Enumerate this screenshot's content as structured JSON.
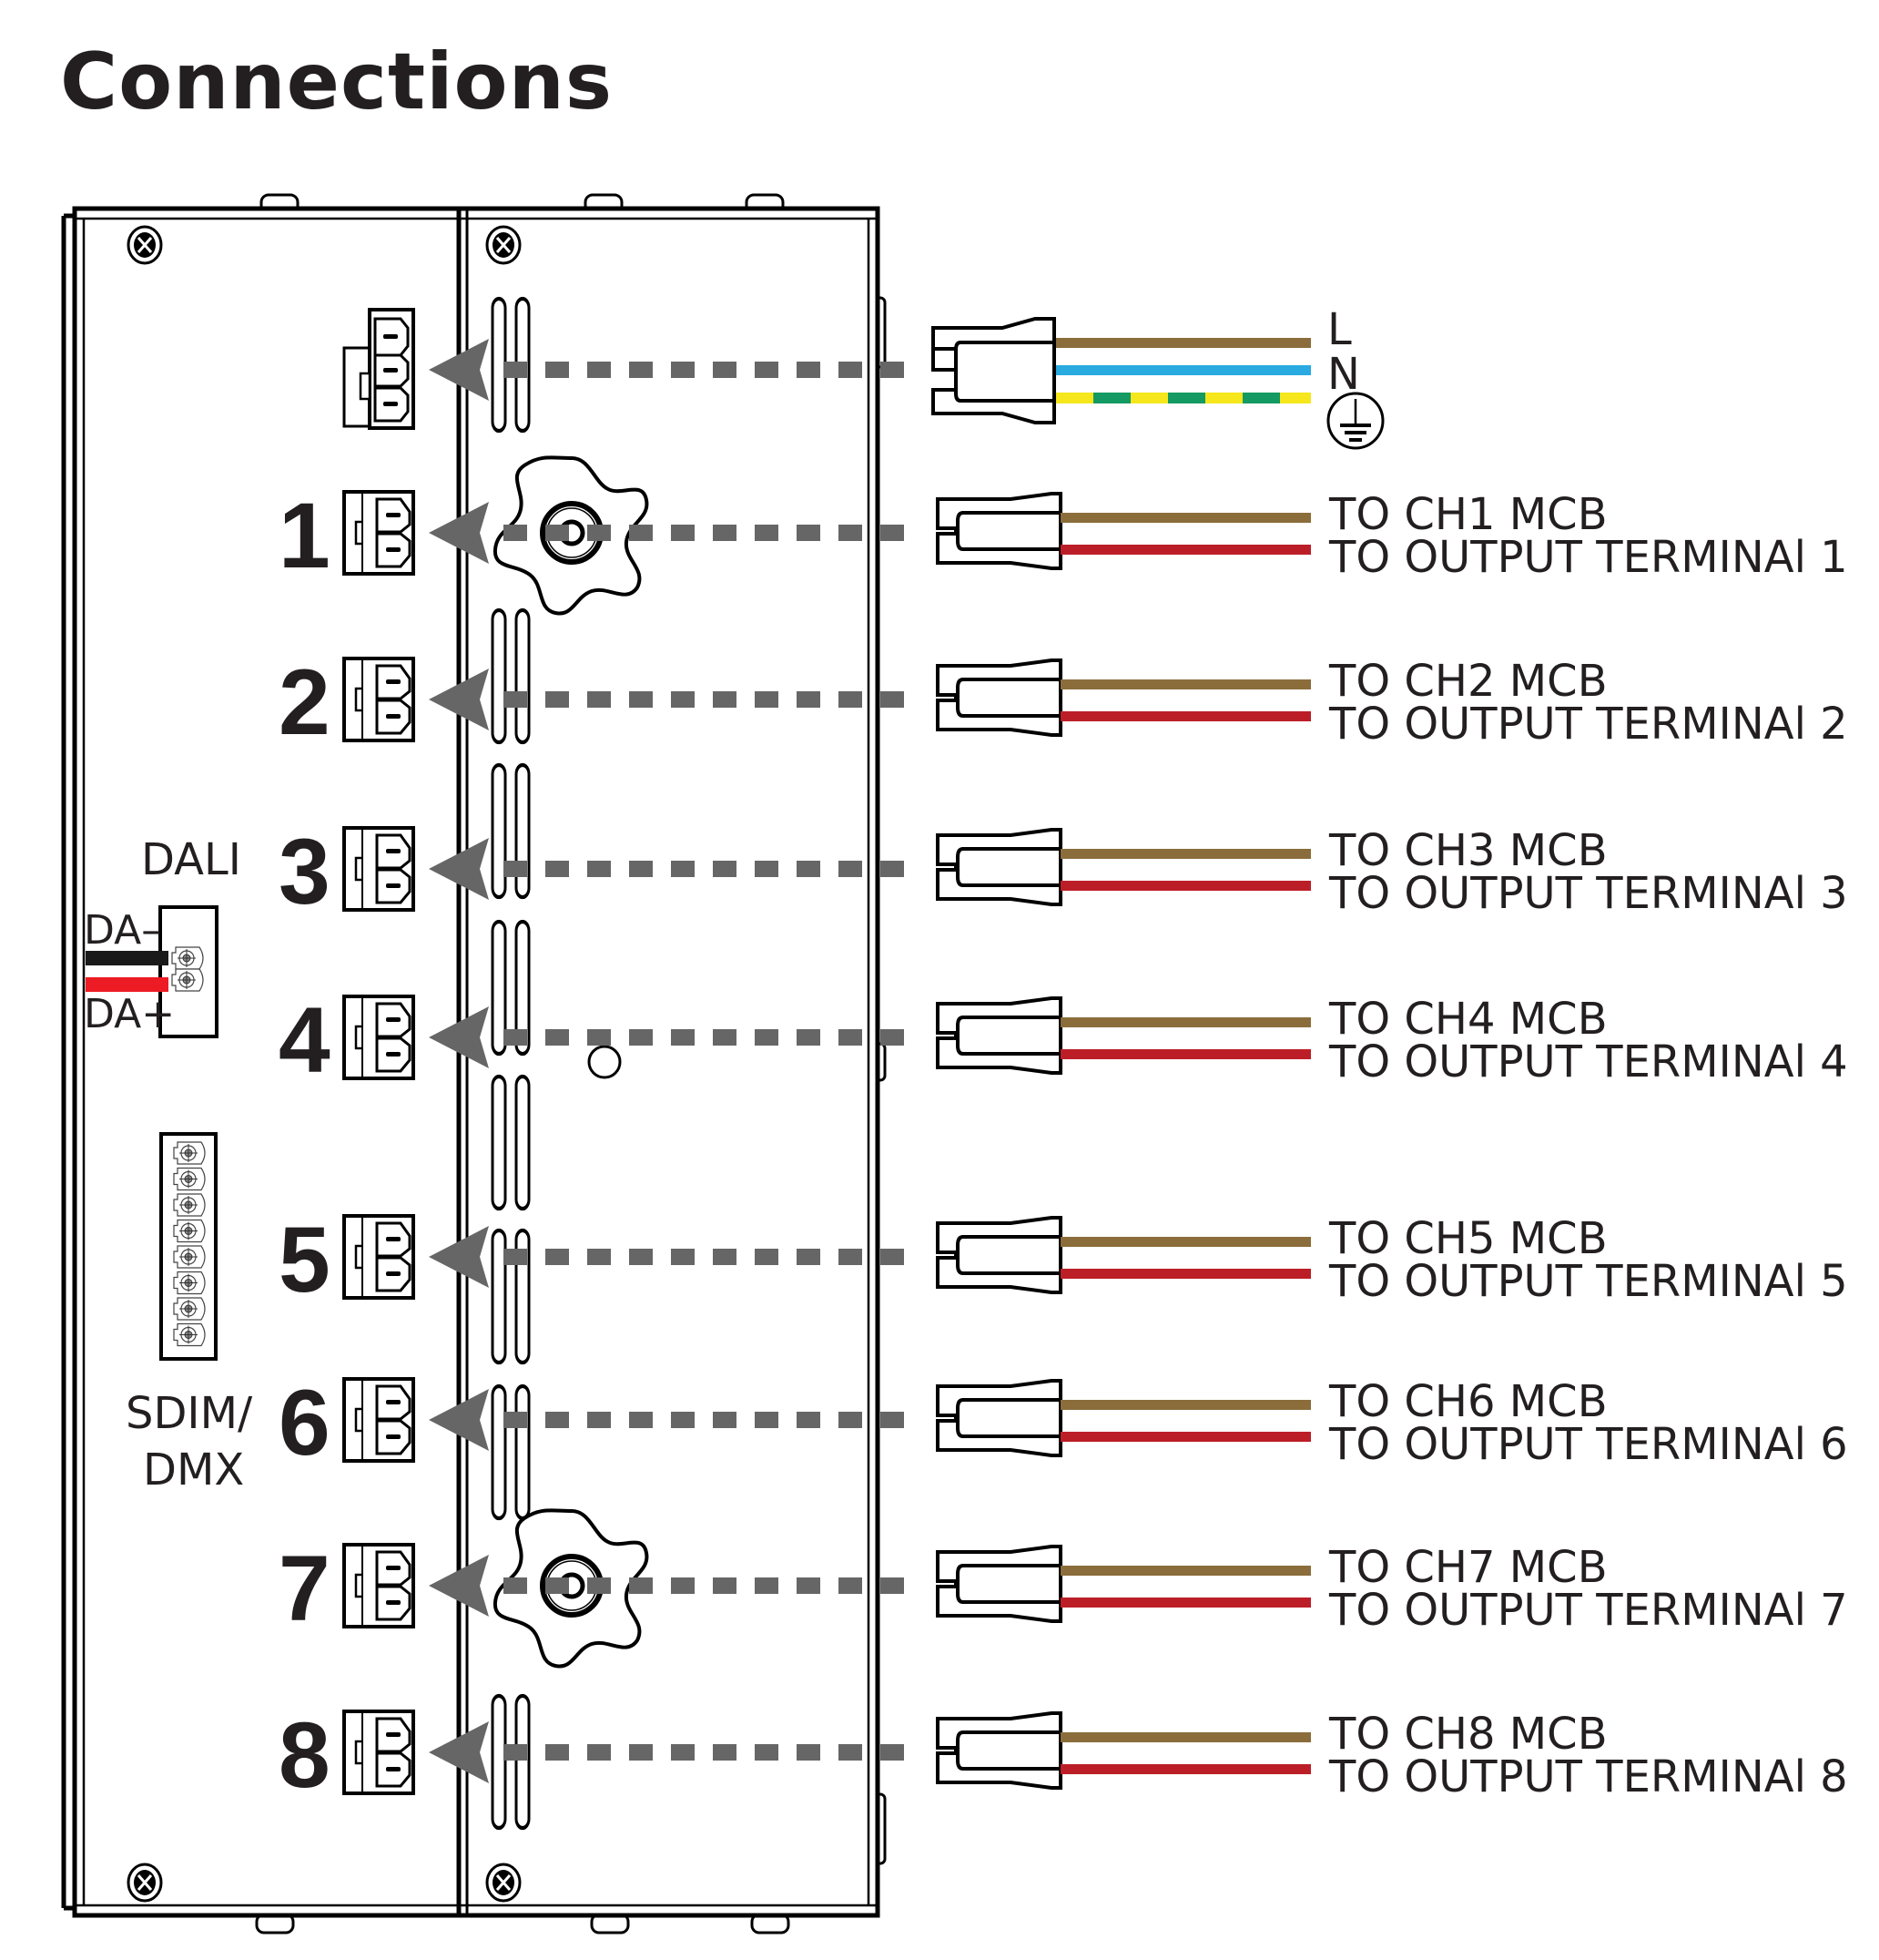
{
  "title": "Connections",
  "colors": {
    "line": "#000000",
    "arrow": "#666666",
    "wire_live": "#8b6d3b",
    "wire_neutral": "#29aae1",
    "wire_earth_yellow": "#f5e71c",
    "wire_earth_green": "#149a62",
    "wire_output": "#bc1e27",
    "dali_minus": "#1a1a1a",
    "dali_plus": "#ed1c24"
  },
  "mains": {
    "labels": [
      "L",
      "N"
    ],
    "earth_symbol": "protective-earth-icon"
  },
  "channels": [
    {
      "number": "1",
      "mcb": "TO CH1 MCB",
      "terminal": "TO OUTPUT TERMINAl 1"
    },
    {
      "number": "2",
      "mcb": "TO CH2 MCB",
      "terminal": "TO OUTPUT TERMINAl 2"
    },
    {
      "number": "3",
      "mcb": "TO CH3 MCB",
      "terminal": "TO OUTPUT TERMINAl 3"
    },
    {
      "number": "4",
      "mcb": "TO CH4 MCB",
      "terminal": "TO OUTPUT TERMINAl 4"
    },
    {
      "number": "5",
      "mcb": "TO CH5 MCB",
      "terminal": "TO OUTPUT TERMINAl 5"
    },
    {
      "number": "6",
      "mcb": "TO CH6 MCB",
      "terminal": "TO OUTPUT TERMINAl 6"
    },
    {
      "number": "7",
      "mcb": "TO CH7 MCB",
      "terminal": "TO OUTPUT TERMINAl 7"
    },
    {
      "number": "8",
      "mcb": "TO CH8 MCB",
      "terminal": "TO OUTPUT TERMINAl 8"
    }
  ],
  "dali": {
    "title": "DALI",
    "minus": "DA–",
    "plus": "DA+"
  },
  "sdim_dmx": {
    "line1": "SDIM/",
    "line2": "DMX",
    "terminal_count": 8
  }
}
